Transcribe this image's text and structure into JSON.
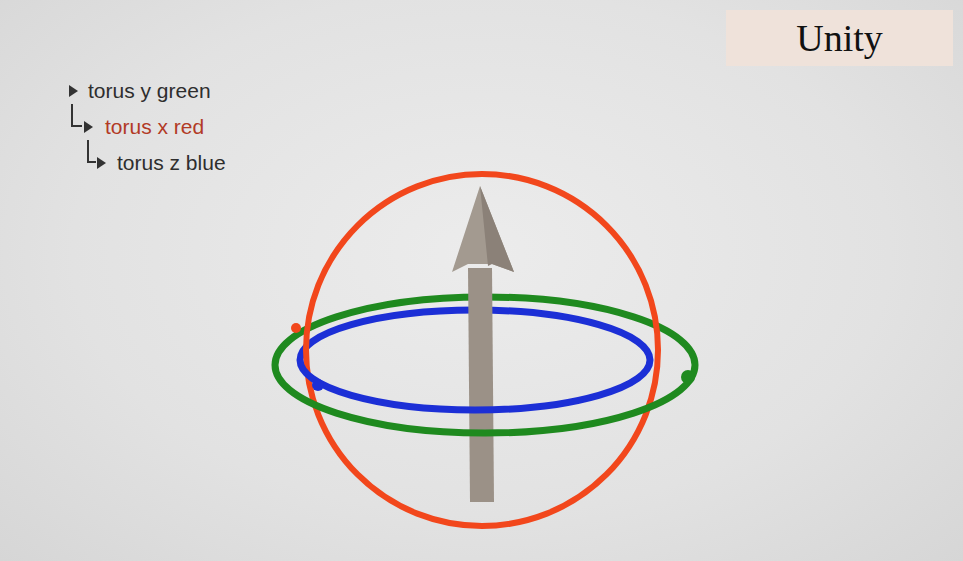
{
  "diagram": {
    "nodes": [
      {
        "text": [
          "Unity"
        ]
      }
    ],
    "labels": [
      "torus y green",
      "torus x red",
      "torus z blue"
    ]
  }
}
